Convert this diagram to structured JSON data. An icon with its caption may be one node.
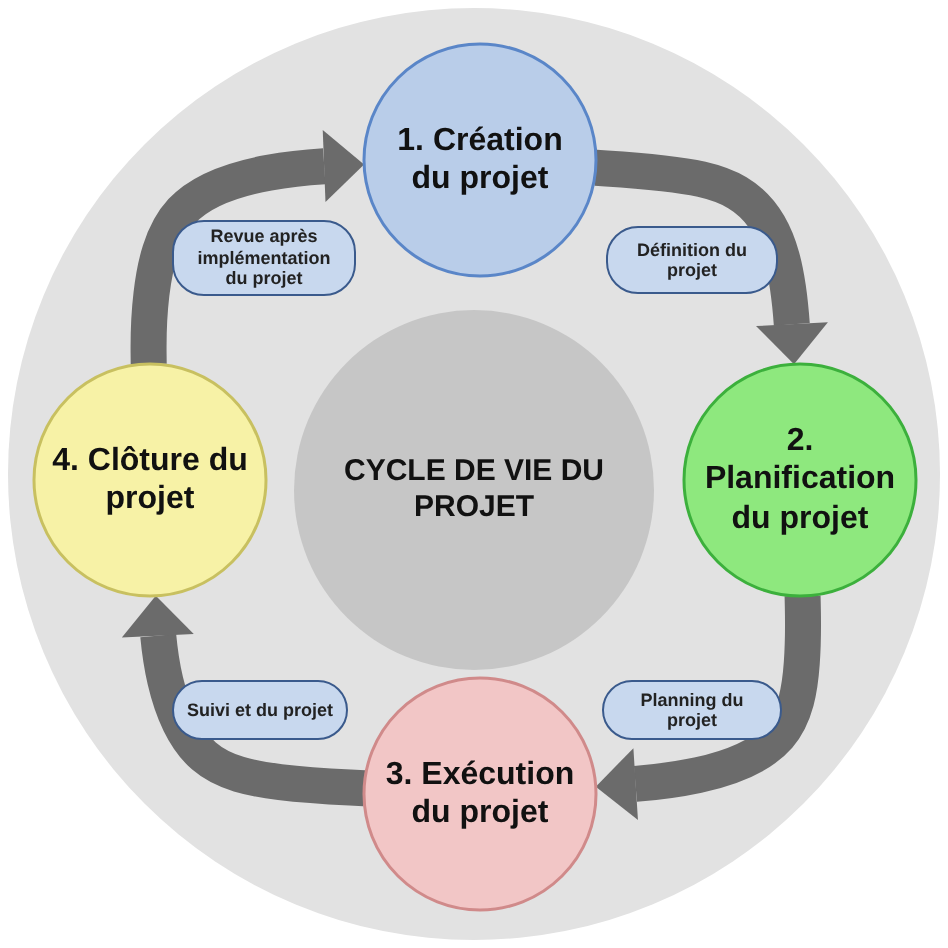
{
  "diagram": {
    "nodes": [
      {
        "text": [
          "CYCLE DE VIE DU PROJET"
        ]
      },
      {
        "text": [
          "1. Création du projet"
        ]
      },
      {
        "text": [
          "2. Planification du projet"
        ]
      },
      {
        "text": [
          "3. Exécution du projet"
        ]
      },
      {
        "text": [
          "4. Clôture du projet"
        ]
      }
    ],
    "edges": [
      {
        "from": 1,
        "to": 2,
        "arrow": "to",
        "label": "Définition du projet"
      },
      {
        "from": 2,
        "to": 3,
        "arrow": "to",
        "label": "Planning du projet"
      },
      {
        "from": 3,
        "to": 4,
        "arrow": "to",
        "label": "Suivi et du projet"
      },
      {
        "from": 4,
        "to": 1,
        "arrow": "to",
        "label": "Revue après implémentation du projet"
      }
    ]
  }
}
